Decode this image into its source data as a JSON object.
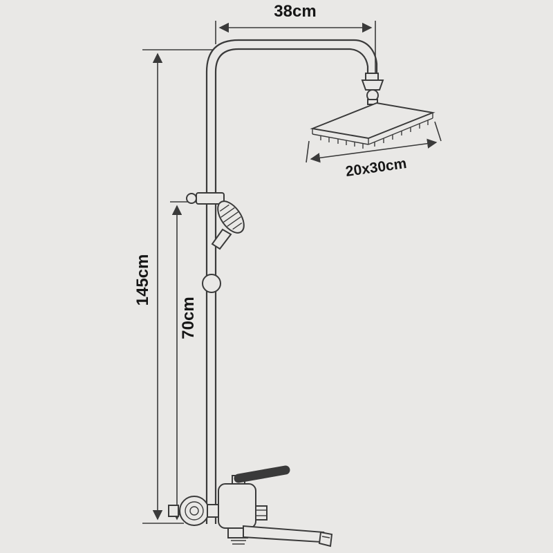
{
  "page": {
    "background": "#e9e8e6",
    "line_color": "#3a3a3a",
    "text_color": "#161616"
  },
  "diagram": {
    "type": "technical-drawing",
    "labels": {
      "top_width": "38cm",
      "overall_height": "145cm",
      "riser_height": "70cm",
      "head_size": "20x30cm"
    }
  }
}
